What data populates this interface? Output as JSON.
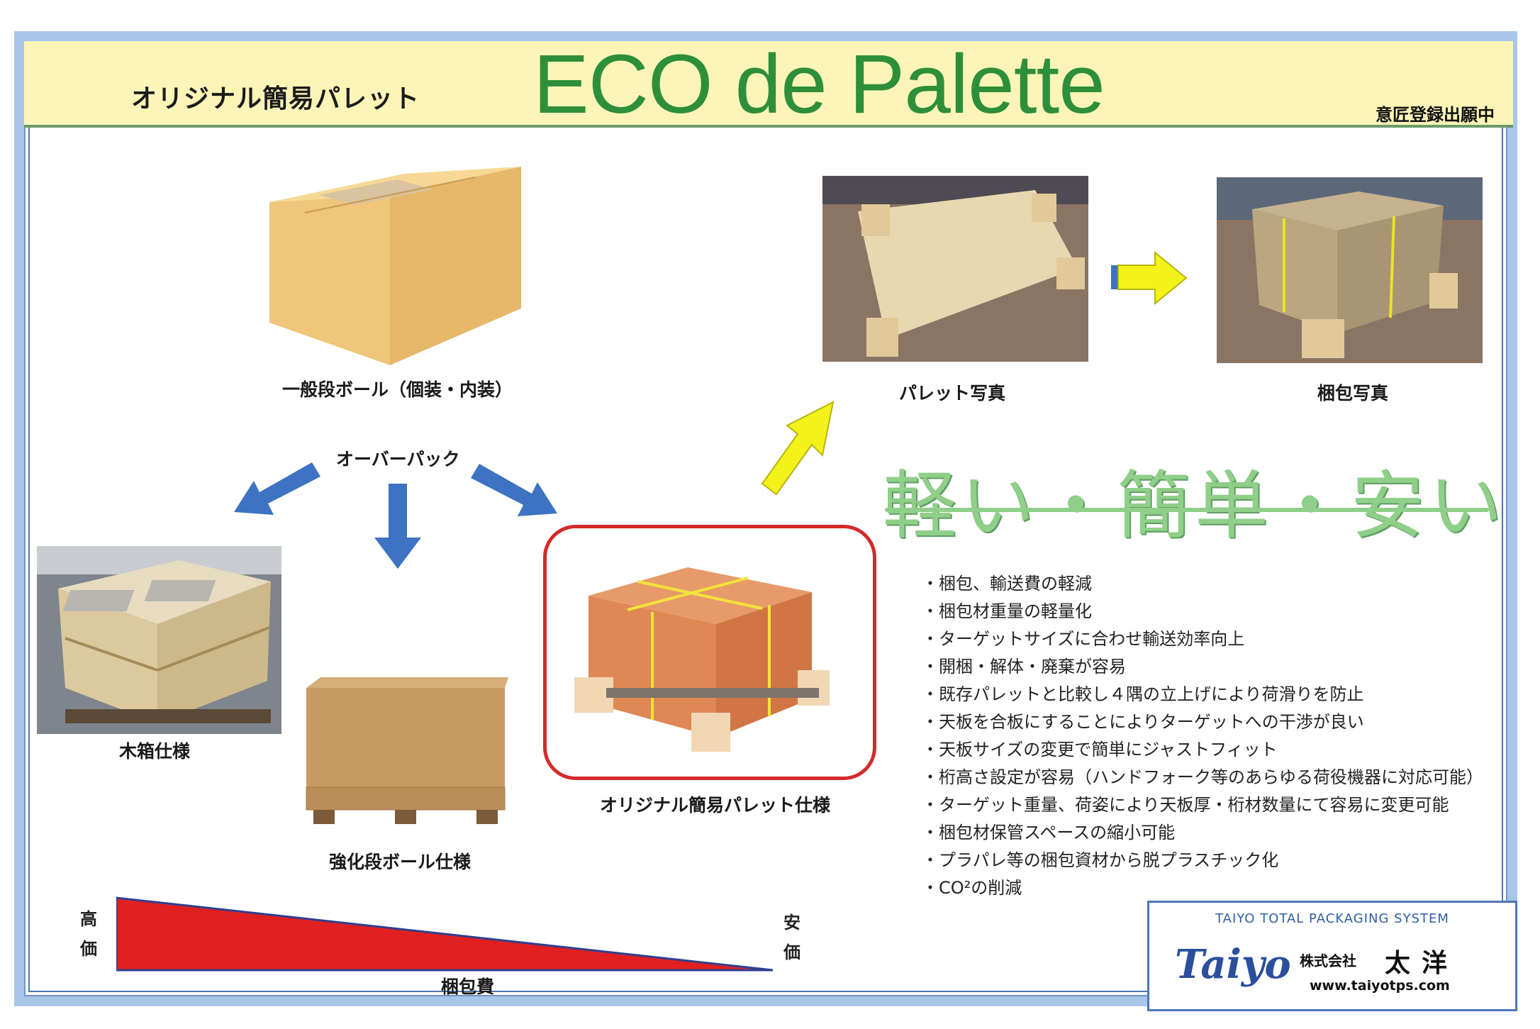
{
  "header": {
    "subtitle": "オリジナル簡易パレット",
    "title": "ECO de Palette",
    "pending": "意匠登録出願中"
  },
  "captions": {
    "cardboard": "一般段ボール（個装・内装）",
    "overpack": "オーバーパック",
    "wooden_crate": "木箱仕様",
    "reinforced": "強化段ボール仕様",
    "original_pallet": "オリジナル簡易パレット仕様",
    "pallet_photo": "パレット写真",
    "packed_photo": "梱包写真"
  },
  "slogan": "軽い・簡単・安い",
  "features": [
    "梱包、輸送費の軽減",
    "梱包材重量の軽量化",
    "ターゲットサイズに合わせ輸送効率向上",
    "開梱・解体・廃棄が容易",
    "既存パレットと比較し４隅の立上げにより荷滑りを防止",
    "天板を合板にすることによりターゲットへの干渉が良い",
    "天板サイズの変更で簡単にジャストフィット",
    "桁高さ設定が容易（ハンドフォーク等のあらゆる荷役機器に対応可能）",
    "ターゲット重量、荷姿により天板厚・桁材数量にて容易に変更可能",
    "梱包材保管スペースの縮小可能",
    "プラパレ等の梱包資材から脱プラスチック化",
    "CO²の削減"
  ],
  "cost_scale": {
    "high_1": "高",
    "high_2": "価",
    "low_1": "安",
    "low_2": "価",
    "label": "梱包費"
  },
  "logo": {
    "tagline": "TAIYO TOTAL PACKAGING SYSTEM",
    "mark": "Taiyo",
    "company_prefix": "株式会社",
    "company_name": "太洋",
    "url": "www.taiyotps.com"
  },
  "colors": {
    "header_bg": "#fdf5b8",
    "title_green": "#2e8f3a",
    "slogan_green": "#8fcf89",
    "blue_arrow": "#3d73c2",
    "yellow_arrow": "#f3f21a",
    "red_highlight": "#d42a2a",
    "cost_red": "#e02020"
  }
}
